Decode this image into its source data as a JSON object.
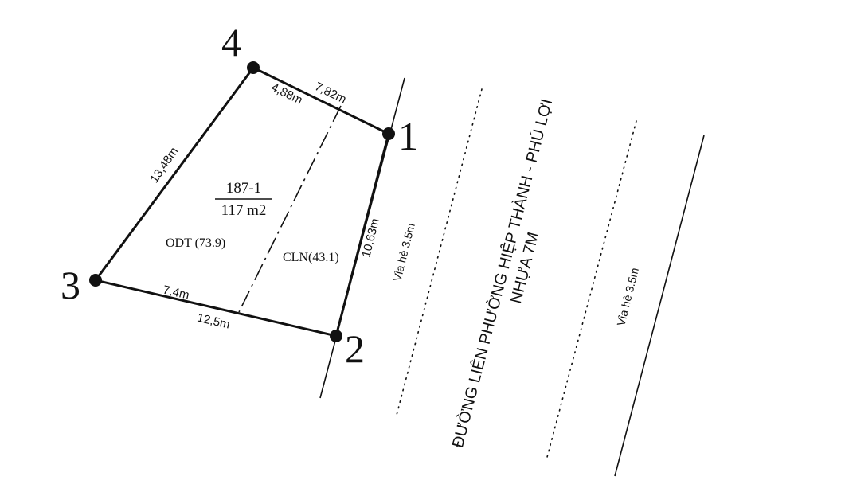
{
  "vertices": {
    "v1": "1",
    "v2": "2",
    "v3": "3",
    "v4": "4"
  },
  "dimensions": {
    "edge_4_1_a": "4,88m",
    "edge_4_1_b": "7,82m",
    "edge_4_3": "13,48m",
    "edge_1_2": "10,63m",
    "edge_3_2_a": "7,4m",
    "edge_3_2_b": "12,5m"
  },
  "parcel": {
    "number": "187-1",
    "area": "117 m2"
  },
  "zones": {
    "odt": "ODT (73.9)",
    "cln": "CLN(43.1)"
  },
  "road": {
    "name": "ĐƯỜNG LIÊN PHƯỜNG HIỆP THÀNH - PHÚ LỢI",
    "surface": "NHỰA 7M"
  },
  "sidewalks": {
    "left": "Vỉa hè 3.5m",
    "right": "Vỉa hè 3.5m"
  }
}
